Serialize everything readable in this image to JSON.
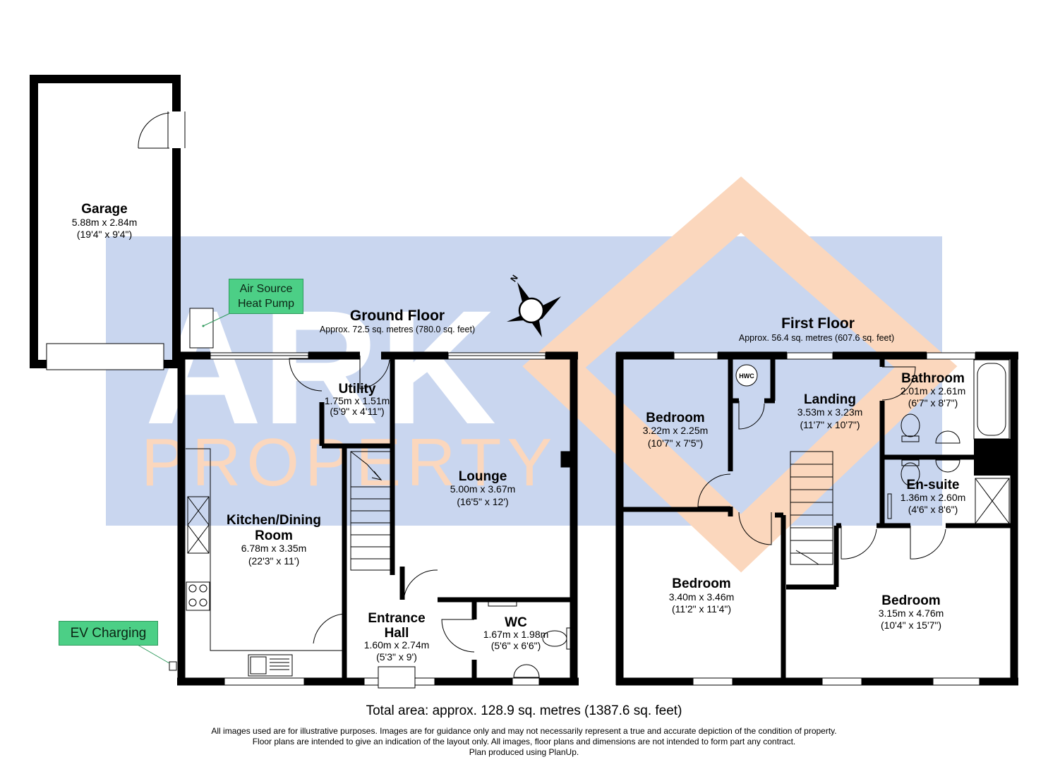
{
  "watermark": {
    "brand": "ARK",
    "sub": "PROPERTY",
    "blue": "#c9d6ef",
    "orange": "#fbd7bd"
  },
  "colors": {
    "wall": "#000000",
    "tag_fill": "#4ccf86"
  },
  "ground_floor": {
    "title": "Ground Floor",
    "area": "Approx. 72.5 sq. metres (780.0 sq. feet)",
    "rooms": [
      {
        "name": "Garage",
        "metric": "5.88m x 2.84m",
        "imperial": "(19'4\" x 9'4\")"
      },
      {
        "name": "Utility",
        "metric": "1.75m x 1.51m",
        "imperial": "(5'9\" x 4'11\")"
      },
      {
        "name": "Lounge",
        "metric": "5.00m x 3.67m",
        "imperial": "(16'5\" x 12')"
      },
      {
        "name_line1": "Kitchen/Dining",
        "name_line2": "Room",
        "metric": "6.78m x 3.35m",
        "imperial": "(22'3\" x 11')"
      },
      {
        "name_line1": "Entrance",
        "name_line2": "Hall",
        "metric": "1.60m x 2.74m",
        "imperial": "(5'3\" x 9')"
      },
      {
        "name": "WC",
        "metric": "1.67m x 1.98m",
        "imperial": "(5'6\" x 6'6\")"
      }
    ]
  },
  "first_floor": {
    "title": "First Floor",
    "area": "Approx. 56.4 sq. metres (607.6 sq. feet)",
    "hwc": "HWC",
    "rooms": [
      {
        "name": "Bedroom",
        "metric": "3.22m x 2.25m",
        "imperial": "(10'7\" x 7'5\")"
      },
      {
        "name": "Landing",
        "metric": "3.53m x 3.23m",
        "imperial": "(11'7\" x 10'7\")"
      },
      {
        "name": "Bathroom",
        "metric": "2.01m x 2.61m",
        "imperial": "(6'7\" x 8'7\")"
      },
      {
        "name": "En-suite",
        "metric": "1.36m x 2.60m",
        "imperial": "(4'6\" x 8'6\")"
      },
      {
        "name": "Bedroom",
        "metric": "3.40m x 3.46m",
        "imperial": "(11'2\" x 11'4\")"
      },
      {
        "name": "Bedroom",
        "metric": "3.15m x 4.76m",
        "imperial": "(10'4\" x 15'7\")"
      }
    ]
  },
  "tags": {
    "heat_pump_line1": "Air Source",
    "heat_pump_line2": "Heat Pump",
    "ev": "EV Charging"
  },
  "compass": {
    "label": "N",
    "icon": "compass-icon"
  },
  "footer": {
    "total": "Total area: approx. 128.9 sq. metres (1387.6 sq. feet)",
    "line1": "All images used are for illustrative purposes. Images are for guidance only and may not necessarily represent a true and accurate depiction of the condition of property.",
    "line2": "Floor plans are intended to give an indication of the layout only. All images, floor plans and dimensions are not intended to form part any contract.",
    "line3": "Plan produced using PlanUp."
  }
}
